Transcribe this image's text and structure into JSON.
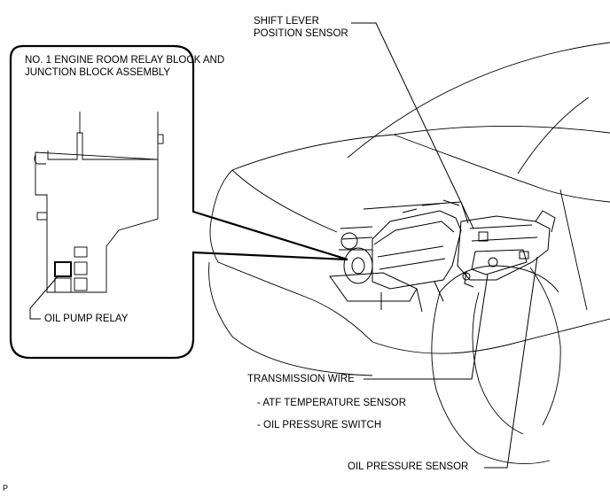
{
  "labels": {
    "relay_block_title_line1": "NO. 1 ENGINE ROOM RELAY BLOCK AND",
    "relay_block_title_line2": "JUNCTION BLOCK ASSEMBLY",
    "oil_pump_relay": "OIL PUMP RELAY",
    "shift_lever_line1": "SHIFT LEVER",
    "shift_lever_line2": "POSITION SENSOR",
    "transmission_wire": "TRANSMISSION WIRE",
    "atf_temperature_sensor": "- ATF TEMPERATURE SENSOR",
    "oil_pressure_switch": "- OIL PRESSURE SWITCH",
    "oil_pressure_sensor": "OIL PRESSURE SENSOR",
    "figure_mark": "P"
  },
  "colors": {
    "line": "#000000",
    "background": "#ffffff"
  }
}
